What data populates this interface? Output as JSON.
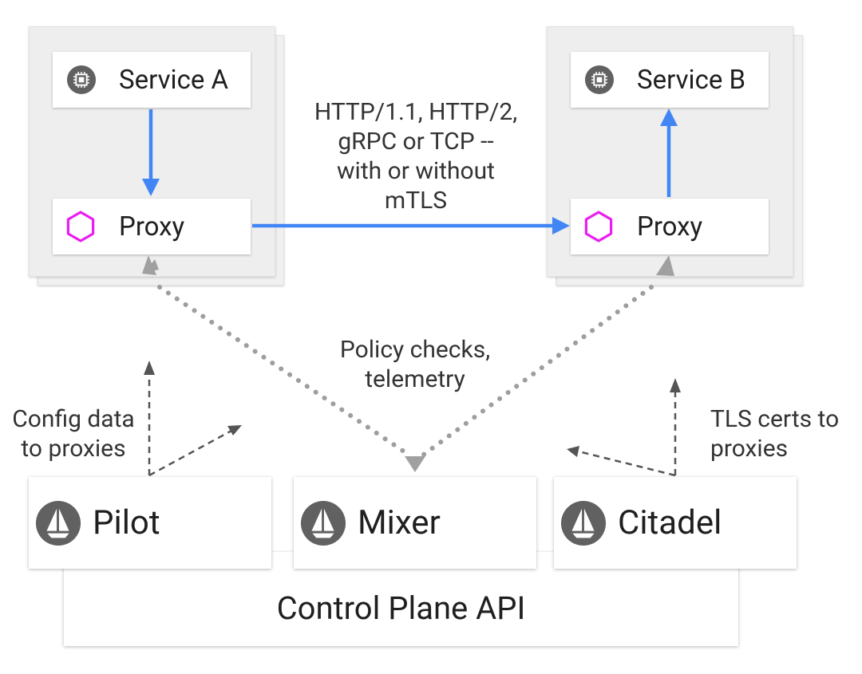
{
  "services": {
    "a": {
      "service_label": "Service A",
      "proxy_label": "Proxy",
      "service_icon": "chip-icon",
      "proxy_icon": "hexagon-icon"
    },
    "b": {
      "service_label": "Service B",
      "proxy_label": "Proxy",
      "service_icon": "chip-icon",
      "proxy_icon": "hexagon-icon"
    }
  },
  "annotations": {
    "protocol": [
      "HTTP/1.1, HTTP/2,",
      "gRPC or TCP --",
      "with or without",
      "mTLS"
    ],
    "policy": [
      "Policy checks,",
      "telemetry"
    ],
    "config": [
      "Config data",
      "to proxies"
    ],
    "tls": [
      "TLS certs to",
      "proxies"
    ]
  },
  "control_plane": {
    "components": [
      {
        "label": "Pilot",
        "icon": "sail-icon"
      },
      {
        "label": "Mixer",
        "icon": "sail-icon"
      },
      {
        "label": "Citadel",
        "icon": "sail-icon"
      }
    ],
    "api_label": "Control Plane API"
  },
  "colors": {
    "data_flow": "#4285f4",
    "proxy_hex": "#e91ef0",
    "icon_gray": "#616161",
    "dashed": "#555555",
    "dotted": "#9e9e9e"
  }
}
